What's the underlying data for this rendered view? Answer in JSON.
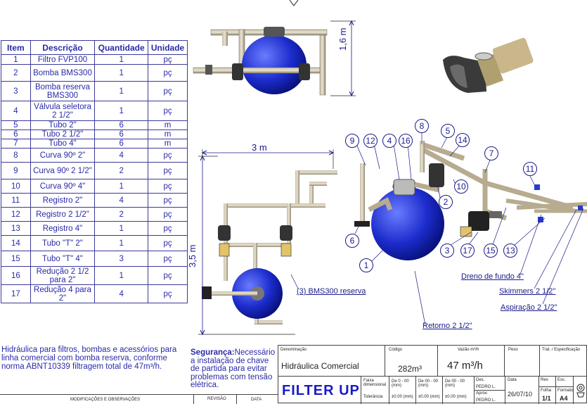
{
  "table": {
    "headers": [
      "Item",
      "Descrição",
      "Quantidade",
      "Unidade"
    ],
    "rows": [
      [
        "1",
        "Filtro FVP100",
        "1",
        "pç"
      ],
      [
        "2",
        "Bomba BMS300",
        "1",
        "pç"
      ],
      [
        "3",
        "Bomba reserva BMS300",
        "1",
        "pç"
      ],
      [
        "4",
        "Válvula seletora  2 1/2\"",
        "1",
        "pç"
      ],
      [
        "5",
        "Tubo 2\"",
        "6",
        "m"
      ],
      [
        "6",
        "Tubo 2 1/2\"",
        "6",
        "m"
      ],
      [
        "7",
        "Tubo 4\"",
        "6",
        "m"
      ],
      [
        "8",
        "Curva 90º 2\"",
        "4",
        "pç"
      ],
      [
        "9",
        "Curva 90º 2 1/2\"",
        "2",
        "pç"
      ],
      [
        "10",
        "Curva 90º 4\"",
        "1",
        "pç"
      ],
      [
        "11",
        "Registro 2\"",
        "4",
        "pç"
      ],
      [
        "12",
        "Registro 2 1/2\"",
        "2",
        "pç"
      ],
      [
        "13",
        "Registro 4\"",
        "1",
        "pç"
      ],
      [
        "14",
        "Tubo \"T\" 2\"",
        "1",
        "pç"
      ],
      [
        "15",
        "Tubo \"T\" 4\"",
        "3",
        "pç"
      ],
      [
        "16",
        "Redução 2 1/2 para 2\"",
        "1",
        "pç"
      ],
      [
        "17",
        "Redução 4 para 2\"",
        "4",
        "pç"
      ]
    ]
  },
  "note": "Hidráulica para filtros, bombas e acessórios para linha comercial com bomba reserva, conforme norma ABNT10339 filtragem total de 47m³/h.",
  "safety": {
    "label": "Segurança:",
    "text": "Necessário a instalação de chave de partida para evitar problemas com tensão elétrica."
  },
  "dimensions": {
    "height": "1,6 m",
    "width": "3 m",
    "depth": "3,5 m"
  },
  "callouts": {
    "reserve_pump": "(3) BMS300 reserva",
    "return": "Retorno 2 1/2\"",
    "bottom_drain": "Dreno de fundo 4\"",
    "skimmers": "Skimmers 2 1/2\"",
    "suction": "Aspiração 2 1/2\""
  },
  "balloons": [
    "9",
    "12",
    "4",
    "16",
    "8",
    "5",
    "14",
    "7",
    "10",
    "2",
    "6",
    "11",
    "1",
    "3",
    "17",
    "15",
    "13"
  ],
  "title_block": {
    "denominacao_label": "Denominação",
    "denominacao": "Hidráulica Comercial",
    "codigo_label": "Código",
    "codigo": "282m³",
    "vazao_label": "Vazão m³/h",
    "vazao": "47 m³/h",
    "peso_label": "Peso",
    "trat_label": "Trat. / Especificação",
    "brand": "FILTER UP",
    "faixa_label": "Faixa dimensional",
    "tolerancia_label": "Tolerância",
    "de1": "De 0 - 00 (mm)",
    "de2": "De 00 - 00 (mm)",
    "de3": "De 00 - 00 (mm)",
    "tol1": "±0.00 (mm)",
    "tol2": "±0.00 (mm)",
    "tol3": "±0.00 (mm)",
    "des_label": "Des.",
    "des": "PEDRO L.",
    "aprov_label": "Aprov.",
    "aprov": "PEDRO L.",
    "data_label": "Data",
    "data": "26/07/10",
    "rev_label": "Rev.",
    "esc_label": "Esc.",
    "folha_label": "Folha",
    "folha": "1/1",
    "formato_label": "Formato",
    "formato": "A4",
    "mod_label": "MODIFICAÇÕES E OBSERVAÇÕES",
    "revisao_label": "REVISÃO",
    "data2_label": "DATA"
  }
}
